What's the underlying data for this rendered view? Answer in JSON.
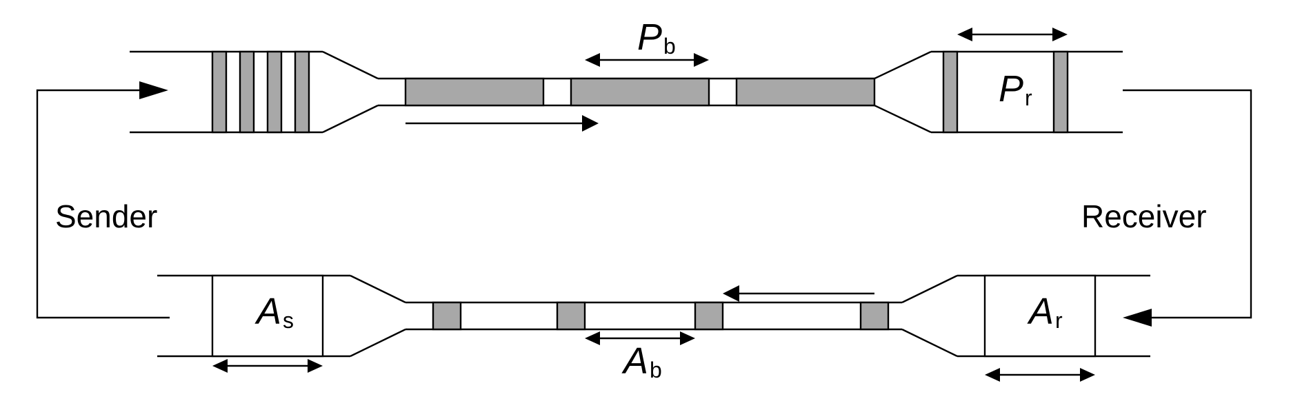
{
  "labels": {
    "sender": "Sender",
    "receiver": "Receiver"
  },
  "symbols": {
    "bottleneck_packet": {
      "main": "P",
      "sub": "b"
    },
    "receiver_packet": {
      "main": "P",
      "sub": "r"
    },
    "sender_ack": {
      "main": "A",
      "sub": "s"
    },
    "bottleneck_ack": {
      "main": "A",
      "sub": "b"
    },
    "receiver_ack": {
      "main": "A",
      "sub": "r"
    }
  },
  "colors": {
    "packet_fill": "#a8a8a8",
    "line": "#000000",
    "background": "#ffffff"
  }
}
